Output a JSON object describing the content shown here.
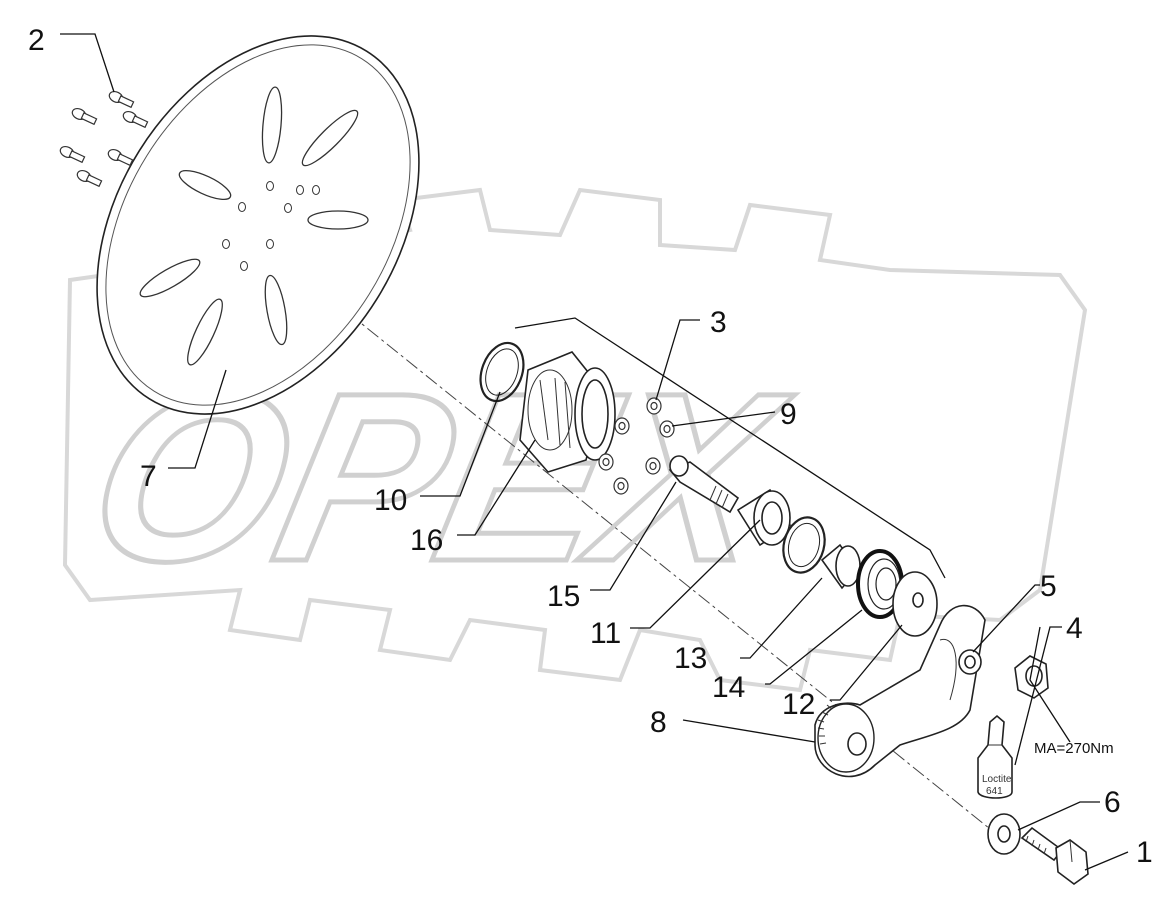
{
  "watermark": {
    "text": "OPEX"
  },
  "parts": [
    {
      "id": "label-1",
      "text": "1"
    },
    {
      "id": "label-2",
      "text": "2"
    },
    {
      "id": "label-3",
      "text": "3"
    },
    {
      "id": "label-4",
      "text": "4"
    },
    {
      "id": "label-5",
      "text": "5"
    },
    {
      "id": "label-6",
      "text": "6"
    },
    {
      "id": "label-7",
      "text": "7"
    },
    {
      "id": "label-8",
      "text": "8"
    },
    {
      "id": "label-9",
      "text": "9"
    },
    {
      "id": "label-10",
      "text": "10"
    },
    {
      "id": "label-11",
      "text": "11"
    },
    {
      "id": "label-12",
      "text": "12"
    },
    {
      "id": "label-13",
      "text": "13"
    },
    {
      "id": "label-14",
      "text": "14"
    },
    {
      "id": "label-15",
      "text": "15"
    },
    {
      "id": "label-16",
      "text": "16"
    }
  ],
  "torque_note": "MA=270Nm",
  "bottle": {
    "line1": "Loctite",
    "line2": "641"
  }
}
